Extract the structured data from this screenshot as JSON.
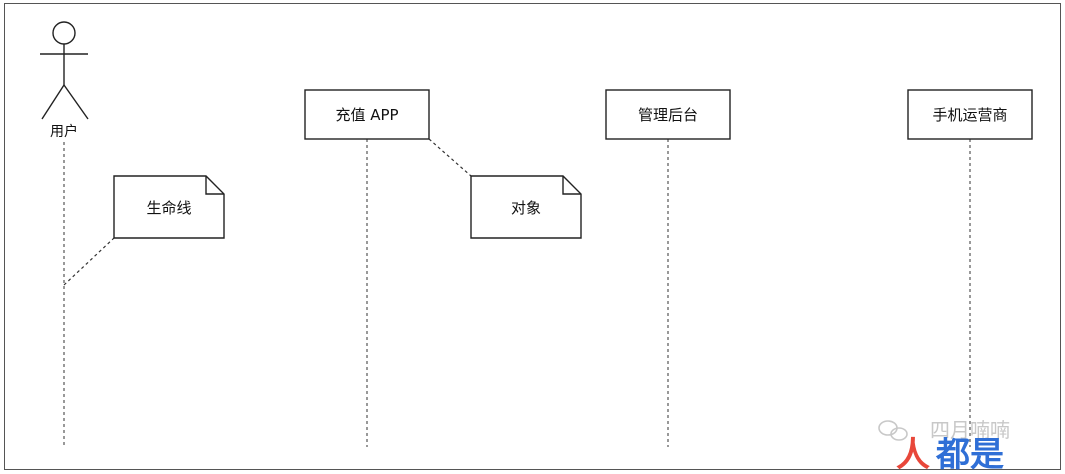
{
  "diagram": {
    "type": "sequence-diagram-lifelines",
    "actor": {
      "label": "用户",
      "icon": "stick-figure-icon"
    },
    "objects": [
      {
        "id": "app",
        "label": "充值 APP"
      },
      {
        "id": "admin",
        "label": "管理后台"
      },
      {
        "id": "carrier",
        "label": "手机运营商"
      }
    ],
    "notes": [
      {
        "id": "lifeline-note",
        "label": "生命线"
      },
      {
        "id": "object-note",
        "label": "对象"
      }
    ]
  },
  "watermark": {
    "wechat_text": "四月喃喃",
    "brand_left": "人",
    "brand_right": "都是",
    "colors": {
      "brand_red": "#e8473a",
      "brand_blue": "#2f6fd6",
      "gray": "#c8c8c8"
    }
  }
}
